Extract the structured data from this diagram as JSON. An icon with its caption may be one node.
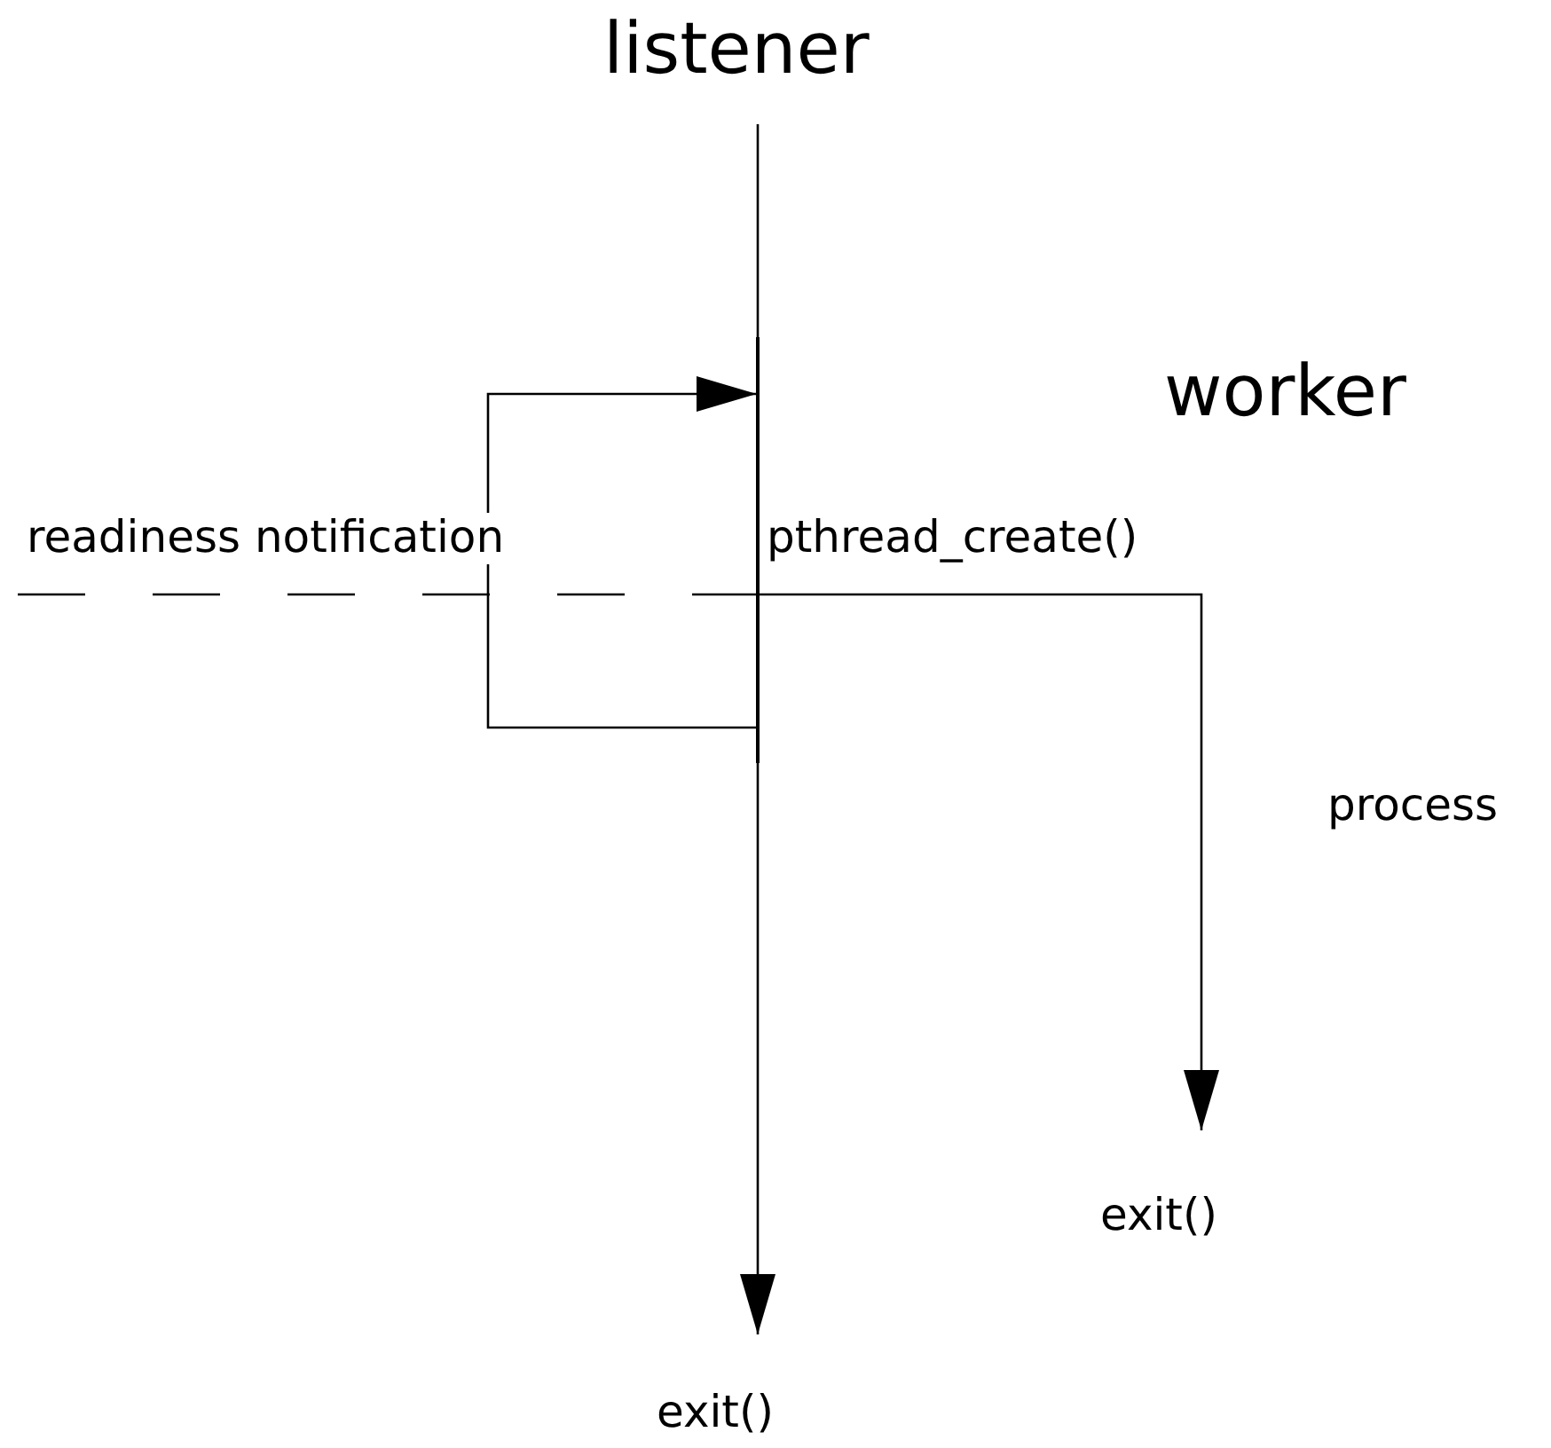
{
  "diagram": {
    "nodes": [
      {
        "text": [
          "listener"
        ]
      },
      {
        "text": [],
        "shape": "bar"
      },
      {
        "text": [
          "exit()"
        ]
      },
      {
        "text": [
          "exit()"
        ]
      }
    ],
    "edges": [
      {
        "from": 0,
        "to": 1,
        "arrow": "none"
      },
      {
        "from": 1,
        "to": 3,
        "arrow": "to"
      },
      {
        "from": 1,
        "to": 1,
        "arrow": "to"
      },
      {
        "from": null,
        "to": 1,
        "arrow": "none",
        "style": "dashed",
        "label": "readiness notification"
      },
      {
        "from": 1,
        "to": 2,
        "arrow": "to",
        "label": "pthread_create()"
      }
    ],
    "labels": [
      "worker",
      "process"
    ]
  }
}
